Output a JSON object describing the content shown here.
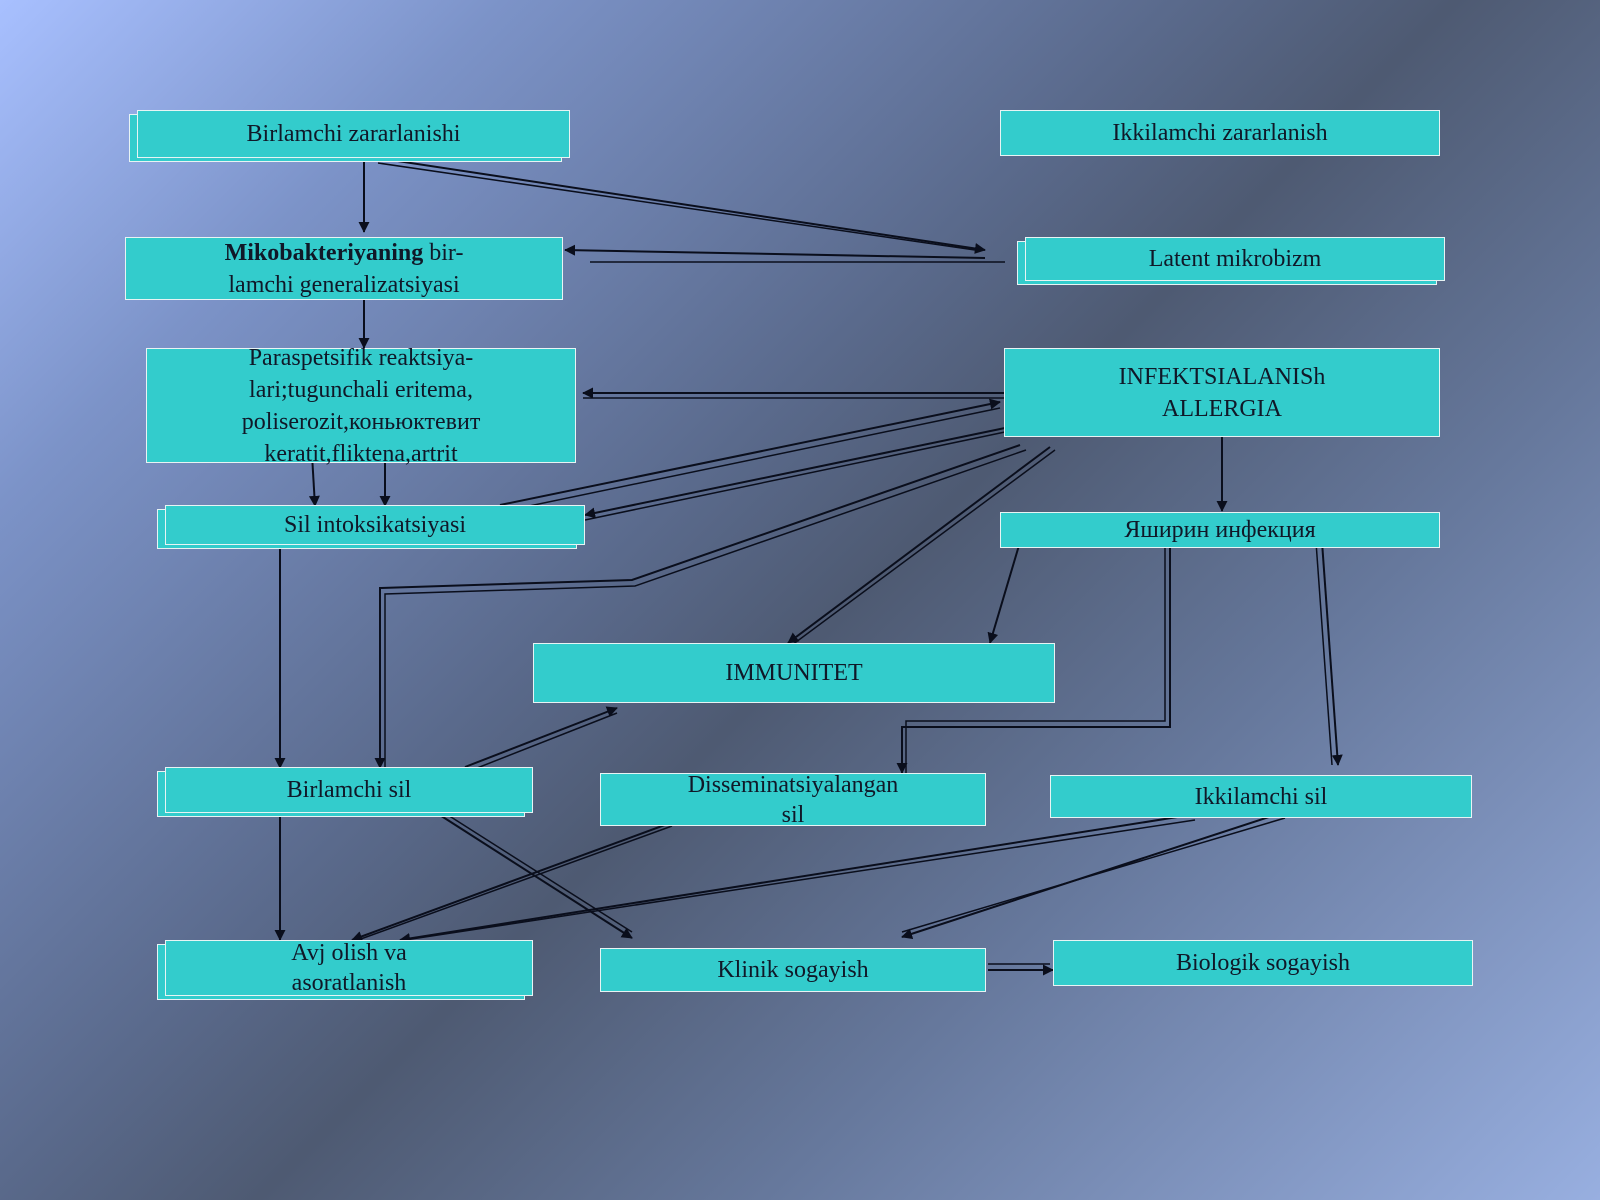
{
  "colors": {
    "box_fill": "#33cccc",
    "box_border": "#e8f4f4",
    "arrow": "#0a0e1c"
  },
  "nodes": {
    "primary_lesion": "Birlamchi zararlanishi",
    "secondary_lesion": "Ikkilamchi zararlanish",
    "generalization_bold": "Mikobakteriyaning",
    "generalization_rest": "bir-",
    "generalization_line2": "lamchi generalizatsiyasi",
    "latent": "Latent mikrobizm",
    "paraspecific_l1": "Paraspetsifik reaktsiya-",
    "paraspecific_l2": "lari;tugunchali eritema,",
    "paraspecific_l3": "poliserozit,коньюктевит",
    "paraspecific_l4": "keratit,fliktena,artrit",
    "infection_allergy_l1": "INFEKTSIALANISh",
    "infection_allergy_l2": "ALLERGIA",
    "intoxication": "Sil intoksikatsiyasi",
    "hidden_infection": "Яширин инфекция",
    "immunity": "IMMUNITET",
    "primary_tb": "Birlamchi sil",
    "disseminated_l1": "Disseminatsiyalangan",
    "disseminated_l2": "sil",
    "secondary_tb": "Ikkilamchi sil",
    "progression_l1": "Avj olish va",
    "progression_l2": "asoratlanish",
    "clinical_recovery": "Klinik sogayish",
    "biological_recovery": "Biologik sogayish"
  }
}
